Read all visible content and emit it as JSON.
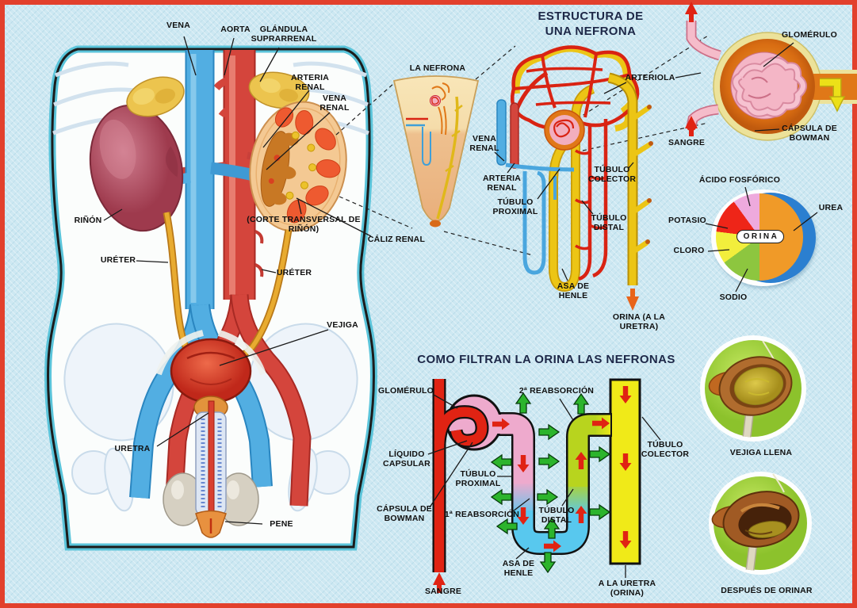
{
  "colors": {
    "background": "#cde8f2",
    "frame": "#e2402c",
    "title_text": "#1d2747",
    "label_text": "#101010",
    "artery_red": "#d4453c",
    "vein_blue": "#52aee2",
    "tubule_yellow": "#ecc515",
    "glomerulus_pink": "#f2aebe",
    "reabsorption_green": "#2cb42c",
    "flow_red": "#e02313"
  },
  "torso": {
    "labels": {
      "vena": "VENA",
      "aorta": "AORTA",
      "glandula_suprarrenal": "GLÁNDULA SUPRARRENAL",
      "arteria_renal": "ARTERIA RENAL",
      "vena_renal": "VENA RENAL",
      "rinon": "RIÑÓN",
      "ureter_izq": "URÉTER",
      "ureter_der": "URÉTER",
      "corte_transversal": "(CORTE TRANSVERSAL DE RIÑÓN)",
      "caliz_renal": "CÁLIZ RENAL",
      "vejiga": "VEJIGA",
      "uretra": "URETRA",
      "pene": "PENE"
    }
  },
  "nephron": {
    "title": "ESTRUCTURA DE UNA NEFRONA",
    "labels": {
      "la_nefrona": "LA NEFRONA",
      "vena_renal": "VENA RENAL",
      "arteria_renal": "ARTERIA RENAL",
      "tubulo_proximal": "TÚBULO PROXIMAL",
      "tubulo_colector": "TÚBULO COLECTOR",
      "tubulo_distal": "TÚBULO DISTAL",
      "asa_de_henle": "ASA DE HENLE",
      "orina": "ORINA (A LA URETRA)",
      "arteriola": "ARTERIOLA"
    }
  },
  "glomerulus_closeup": {
    "labels": {
      "glomerulo": "GLOMÉRULO",
      "capsula_de_bowman": "CÁPSULA DE BOWMAN",
      "sangre": "SANGRE"
    }
  },
  "urine_pie": {
    "center_label": "ORINA",
    "slices": [
      {
        "label": "UREA",
        "color": "#f09a28",
        "percent": 50
      },
      {
        "label": "SODIO",
        "color": "#8dc63f",
        "percent": 15
      },
      {
        "label": "CLORO",
        "color": "#f2ee3c",
        "percent": 12
      },
      {
        "label": "POTASIO",
        "color": "#ee2518",
        "percent": 13
      },
      {
        "label": "ÁCIDO FOSFÓRICO",
        "color": "#eeaadd",
        "percent": 10
      }
    ]
  },
  "filtration": {
    "title": "COMO FILTRAN LA ORINA LAS NEFRONAS",
    "labels": {
      "glomerulo": "GLOMÉRULO",
      "liquido_capsular": "LÍQUIDO CAPSULAR",
      "tubulo_proximal": "TÚBULO PROXIMAL",
      "capsula_de_bowman": "CÁPSULA DE BOWMAN",
      "primera_reabsorcion": "1ª REABSORCIÓN",
      "segunda_reabsorcion": "2ª REABSORCIÓN",
      "tubulo_distal": "TÚBULO DISTAL",
      "asa_de_henle": "ASA DE HENLE",
      "tubulo_colector": "TÚBULO COLECTOR",
      "a_la_uretra": "A LA URETRA (ORINA)",
      "sangre": "SANGRE"
    }
  },
  "bladder_views": {
    "full": "VEJIGA LLENA",
    "empty": "DESPUÉS DE ORINAR"
  }
}
